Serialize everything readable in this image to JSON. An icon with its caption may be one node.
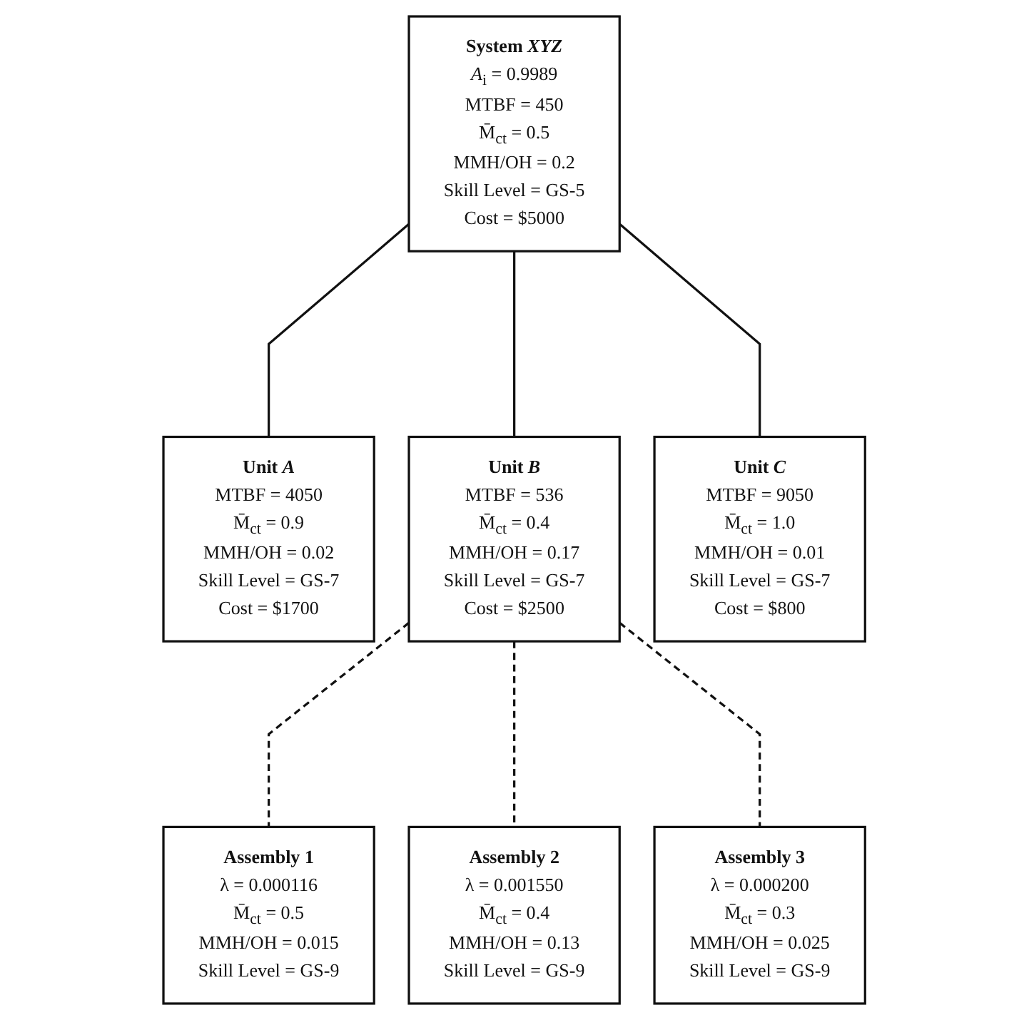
{
  "diagram": {
    "nodes": [
      {
        "text": [
          "System *XYZ*",
          "*A*$_{i}$ = 0.9989",
          "MTBF = 450",
          "M̄$_{ct}$ = 0.5",
          "MMH/OH = 0.2",
          "Skill Level = GS-5",
          "Cost = $5000"
        ]
      },
      {
        "text": [
          "Unit *A*",
          "MTBF = 4050",
          "M̄$_{ct}$ = 0.9",
          "MMH/OH = 0.02",
          "Skill Level = GS-7",
          "Cost = $1700"
        ]
      },
      {
        "text": [
          "Unit *B*",
          "MTBF = 536",
          "M̄$_{ct}$ = 0.4",
          "MMH/OH = 0.17",
          "Skill Level = GS-7",
          "Cost = $2500"
        ]
      },
      {
        "text": [
          "Unit *C*",
          "MTBF = 9050",
          "M̄$_{ct}$ = 1.0",
          "MMH/OH = 0.01",
          "Skill Level = GS-7",
          "Cost = $800"
        ]
      },
      {
        "text": [
          "Assembly 1",
          "λ = 0.000116",
          "M̄$_{ct}$ = 0.5",
          "MMH/OH = 0.015",
          "Skill Level = GS-9"
        ]
      },
      {
        "text": [
          "Assembly 2",
          "λ = 0.001550",
          "M̄$_{ct}$ = 0.4",
          "MMH/OH = 0.13",
          "Skill Level = GS-9"
        ]
      },
      {
        "text": [
          "Assembly 3",
          "λ = 0.000200",
          "M̄$_{ct}$ = 0.3",
          "MMH/OH = 0.025",
          "Skill Level = GS-9"
        ]
      }
    ],
    "edges": [
      {
        "from": 0,
        "to": 1,
        "arrow": "none"
      },
      {
        "from": 0,
        "to": 2,
        "arrow": "none"
      },
      {
        "from": 0,
        "to": 3,
        "arrow": "none"
      },
      {
        "from": 2,
        "to": 4,
        "arrow": "none",
        "style": "dashed"
      },
      {
        "from": 2,
        "to": 5,
        "arrow": "none",
        "style": "dashed"
      },
      {
        "from": 2,
        "to": 6,
        "arrow": "none",
        "style": "dashed"
      }
    ]
  }
}
